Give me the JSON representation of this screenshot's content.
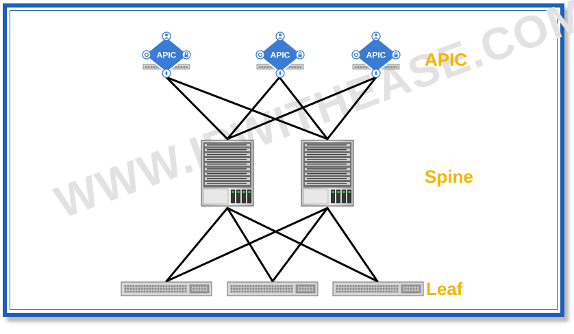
{
  "watermark": "WWW.IPWITHEASE.COM",
  "labels": {
    "apic": "APIC",
    "spine": "Spine",
    "leaf": "Leaf"
  },
  "apic_nodes": [
    {
      "label": "APIC"
    },
    {
      "label": "APIC"
    },
    {
      "label": "APIC"
    }
  ],
  "spine_nodes": [
    {
      "id": "spine-1"
    },
    {
      "id": "spine-2"
    }
  ],
  "leaf_nodes": [
    {
      "id": "leaf-1"
    },
    {
      "id": "leaf-2"
    },
    {
      "id": "leaf-3"
    }
  ],
  "colors": {
    "frame": "#1b5fb8",
    "label": "#f6b400",
    "apic_diamond": "#3a7bd5",
    "link": "#000000",
    "watermark": "#e2e2e2"
  },
  "icons": {
    "apic_top": "user-icon",
    "apic_left": "gear-icon",
    "apic_right": "lock-icon",
    "apic_bottom": "flame-icon"
  }
}
